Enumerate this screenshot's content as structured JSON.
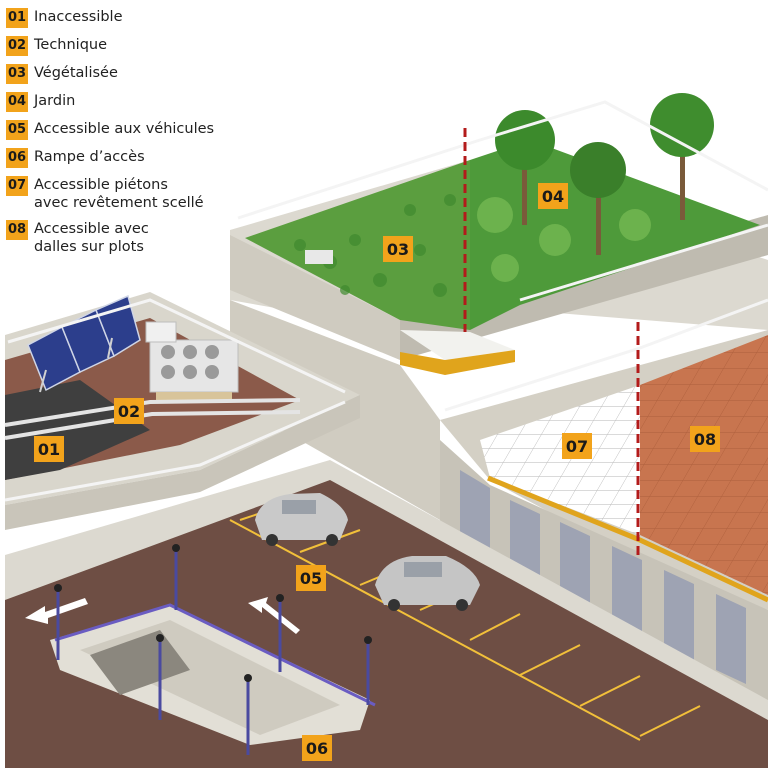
{
  "legend": [
    {
      "num": "01",
      "label": "Inaccessible"
    },
    {
      "num": "02",
      "label": "Technique"
    },
    {
      "num": "03",
      "label": "Végétalisée"
    },
    {
      "num": "04",
      "label": "Jardin"
    },
    {
      "num": "05",
      "label": "Accessible aux véhicules"
    },
    {
      "num": "06",
      "label": "Rampe d’accès"
    },
    {
      "num": "07",
      "label": "Accessible piétons\navec revêtement scellé"
    },
    {
      "num": "08",
      "label": "Accessible avec\ndalles sur plots"
    }
  ],
  "zones": {
    "z01": "01",
    "z02": "02",
    "z03": "03",
    "z04": "04",
    "z05": "05",
    "z06": "06",
    "z07": "07",
    "z08": "08"
  },
  "colors": {
    "accent": "#f2a31b",
    "concrete": "#d9d6cc",
    "asphalt": "#6e4e44",
    "grass": "#4e9a3a",
    "tiles": "#c8754f",
    "divider": "#b31b1b"
  }
}
